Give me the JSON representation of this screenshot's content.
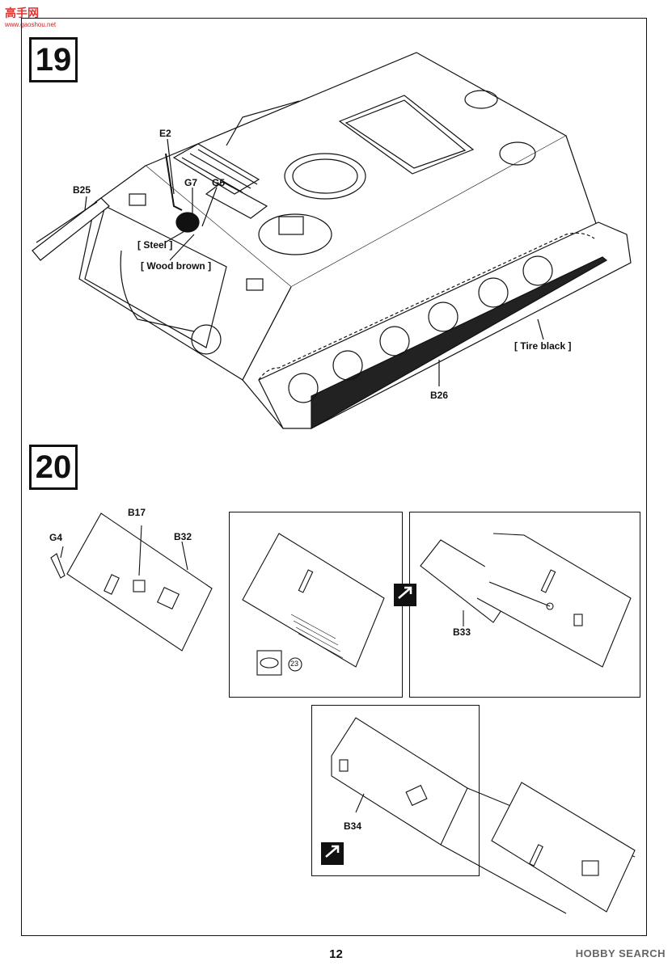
{
  "watermark_top": {
    "title": "高手网",
    "url": "www.gaoshou.net"
  },
  "watermark_bottom": "HOBBY SEARCH",
  "page_number": "12",
  "step19": {
    "number": "19",
    "parts": {
      "e2": "E2",
      "g7": "G7",
      "g5": "G5",
      "b25": "B25",
      "b26": "B26"
    },
    "paint": {
      "steel": "[ Steel ]",
      "wood": "[ Wood brown ]",
      "tire": "[ Tire black ]"
    }
  },
  "step20": {
    "number": "20",
    "parts": {
      "g4": "G4",
      "b17": "B17",
      "b32": "B32",
      "b33": "B33",
      "b34": "B34"
    },
    "decal_number": "23"
  }
}
